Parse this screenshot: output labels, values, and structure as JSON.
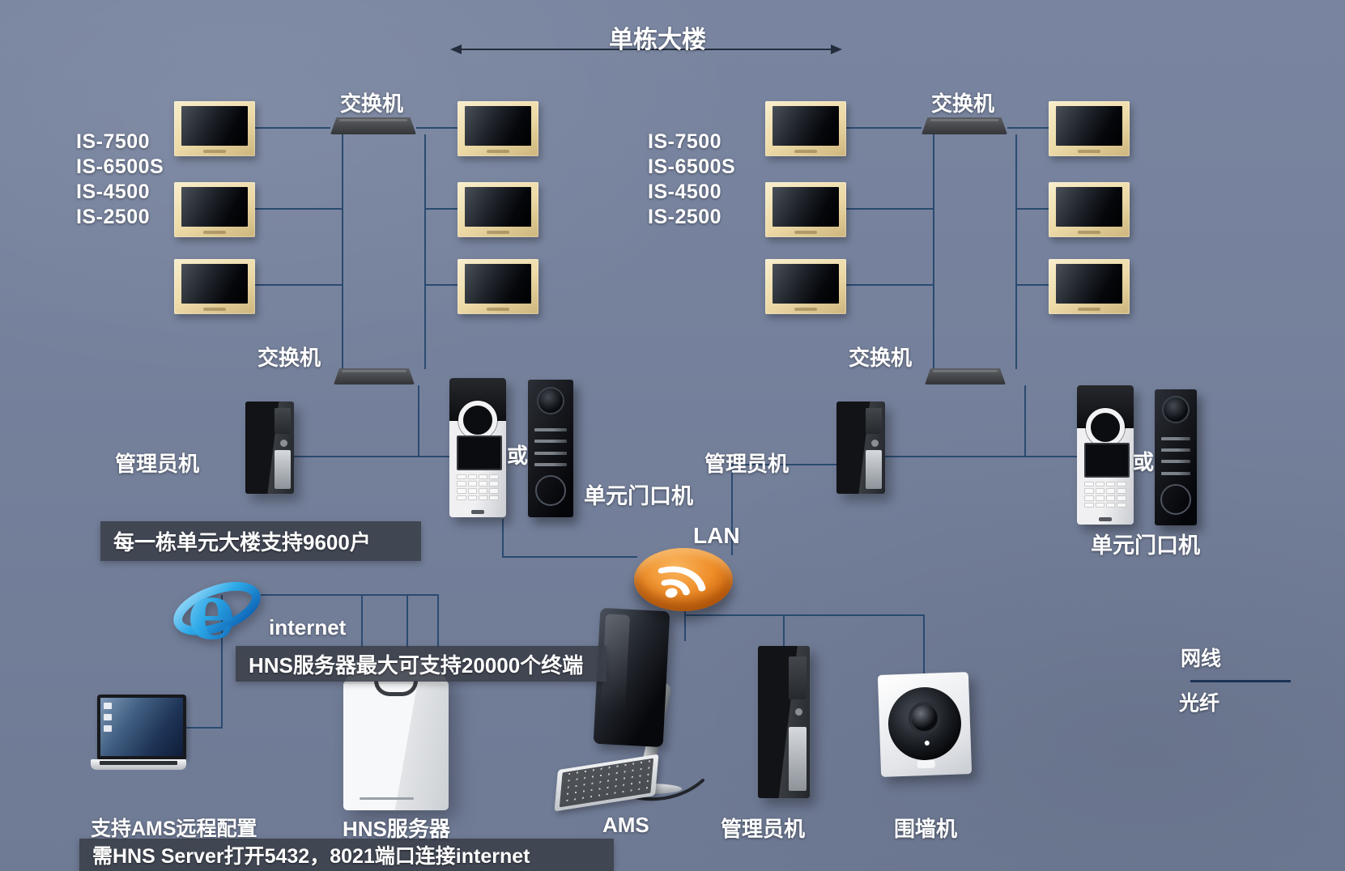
{
  "title": "单栋大楼",
  "buildings": [
    {
      "models": [
        "IS-7500",
        "IS-6500S",
        "IS-4500",
        "IS-2500"
      ],
      "switch_top": "交换机",
      "switch_mid": "交换机",
      "admin": "管理员机",
      "or": "或",
      "door_station": "单元门口机"
    },
    {
      "models": [
        "IS-7500",
        "IS-6500S",
        "IS-4500",
        "IS-2500"
      ],
      "switch_top": "交换机",
      "switch_mid": "交换机",
      "admin": "管理员机",
      "or": "或",
      "door_station": "单元门口机"
    }
  ],
  "network": {
    "lan": "LAN",
    "internet": "internet"
  },
  "notes": {
    "per_building": "每一栋单元大楼支持9600户",
    "server_capacity": "HNS服务器最大可支持20000个终端",
    "server_ports": "需HNS Server打开5432，8021端口连接internet"
  },
  "bottom": {
    "laptop": "支持AMS远程配置",
    "hns_server": "HNS服务器",
    "ams": "AMS",
    "admin": "管理员机",
    "wall_station": "围墙机"
  },
  "legend": {
    "cable": "网线",
    "fiber": "光纤"
  },
  "icons": {
    "internet": "internet-explorer-logo",
    "lan": "rss-wireless-disc"
  },
  "colors": {
    "background": "#75819d",
    "connection_line": "#2a4a70",
    "banner_background": "#3a3f49",
    "lan_disc_orange": "#ef8f2a",
    "ie_blue": "#1e8fd5",
    "monitor_frame_gold": "#ecd9a6",
    "label_text": "#ffffff"
  }
}
